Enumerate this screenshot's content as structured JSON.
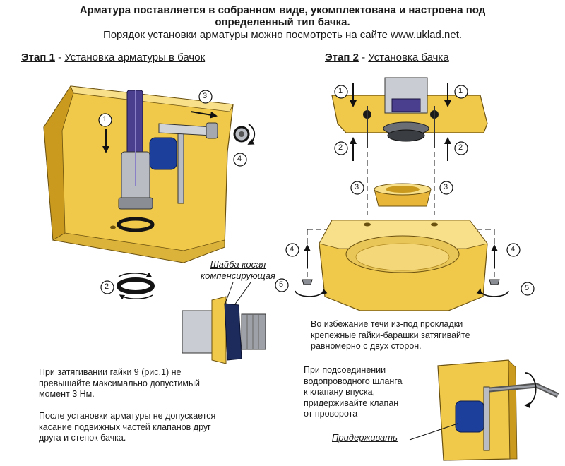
{
  "header": {
    "line1": "Арматура поставляется в собранном виде, укомплектована и настроена под",
    "line2": "определенный тип бачка.",
    "line3": "Порядок установки арматуры можно посмотреть на сайте www.uklad.net."
  },
  "stage1": {
    "label": "Этап 1",
    "sep": " - ",
    "title": "Установка арматуры в бачок"
  },
  "stage2": {
    "label": "Этап 2",
    "sep": " - ",
    "title": "Установка бачка"
  },
  "callouts": {
    "washer_line1": "Шайба косая",
    "washer_line2": "компенсирующая",
    "hold": "Придерживать"
  },
  "notes": {
    "torque": [
      "При затягивании гайки 9 (рис.1) не",
      "превышайте максимально допустимый",
      "момент 3 Нм."
    ],
    "contact": [
      "После установки арматуры не допускается",
      "касание подвижных частей клапанов друг",
      "друга и стенок бачка."
    ],
    "leak": [
      "Во избежание течи из-под прокладки",
      "крепежные гайки-барашки затягивайте",
      "равномерно с двух сторон."
    ],
    "hose": [
      "При подсоединении",
      "водопроводного шланга",
      "к клапану впуска,",
      "придерживайте клапан",
      "от проворота"
    ]
  },
  "steps": {
    "s1_1": "1",
    "s1_2": "2",
    "s1_3": "3",
    "s1_4": "4",
    "s2_1a": "1",
    "s2_1b": "1",
    "s2_2a": "2",
    "s2_2b": "2",
    "s2_3a": "3",
    "s2_3b": "3",
    "s2_4a": "4",
    "s2_4b": "4",
    "s2_5a": "5",
    "s2_5b": "5"
  },
  "colors": {
    "tank": "#f0c94a",
    "tank_shadow": "#c99a1e",
    "tank_light": "#f8e08a",
    "float": "#1c3f9c",
    "valve": "#4a3f8f",
    "metal": "#b9bcc2",
    "gasket": "#141414"
  }
}
